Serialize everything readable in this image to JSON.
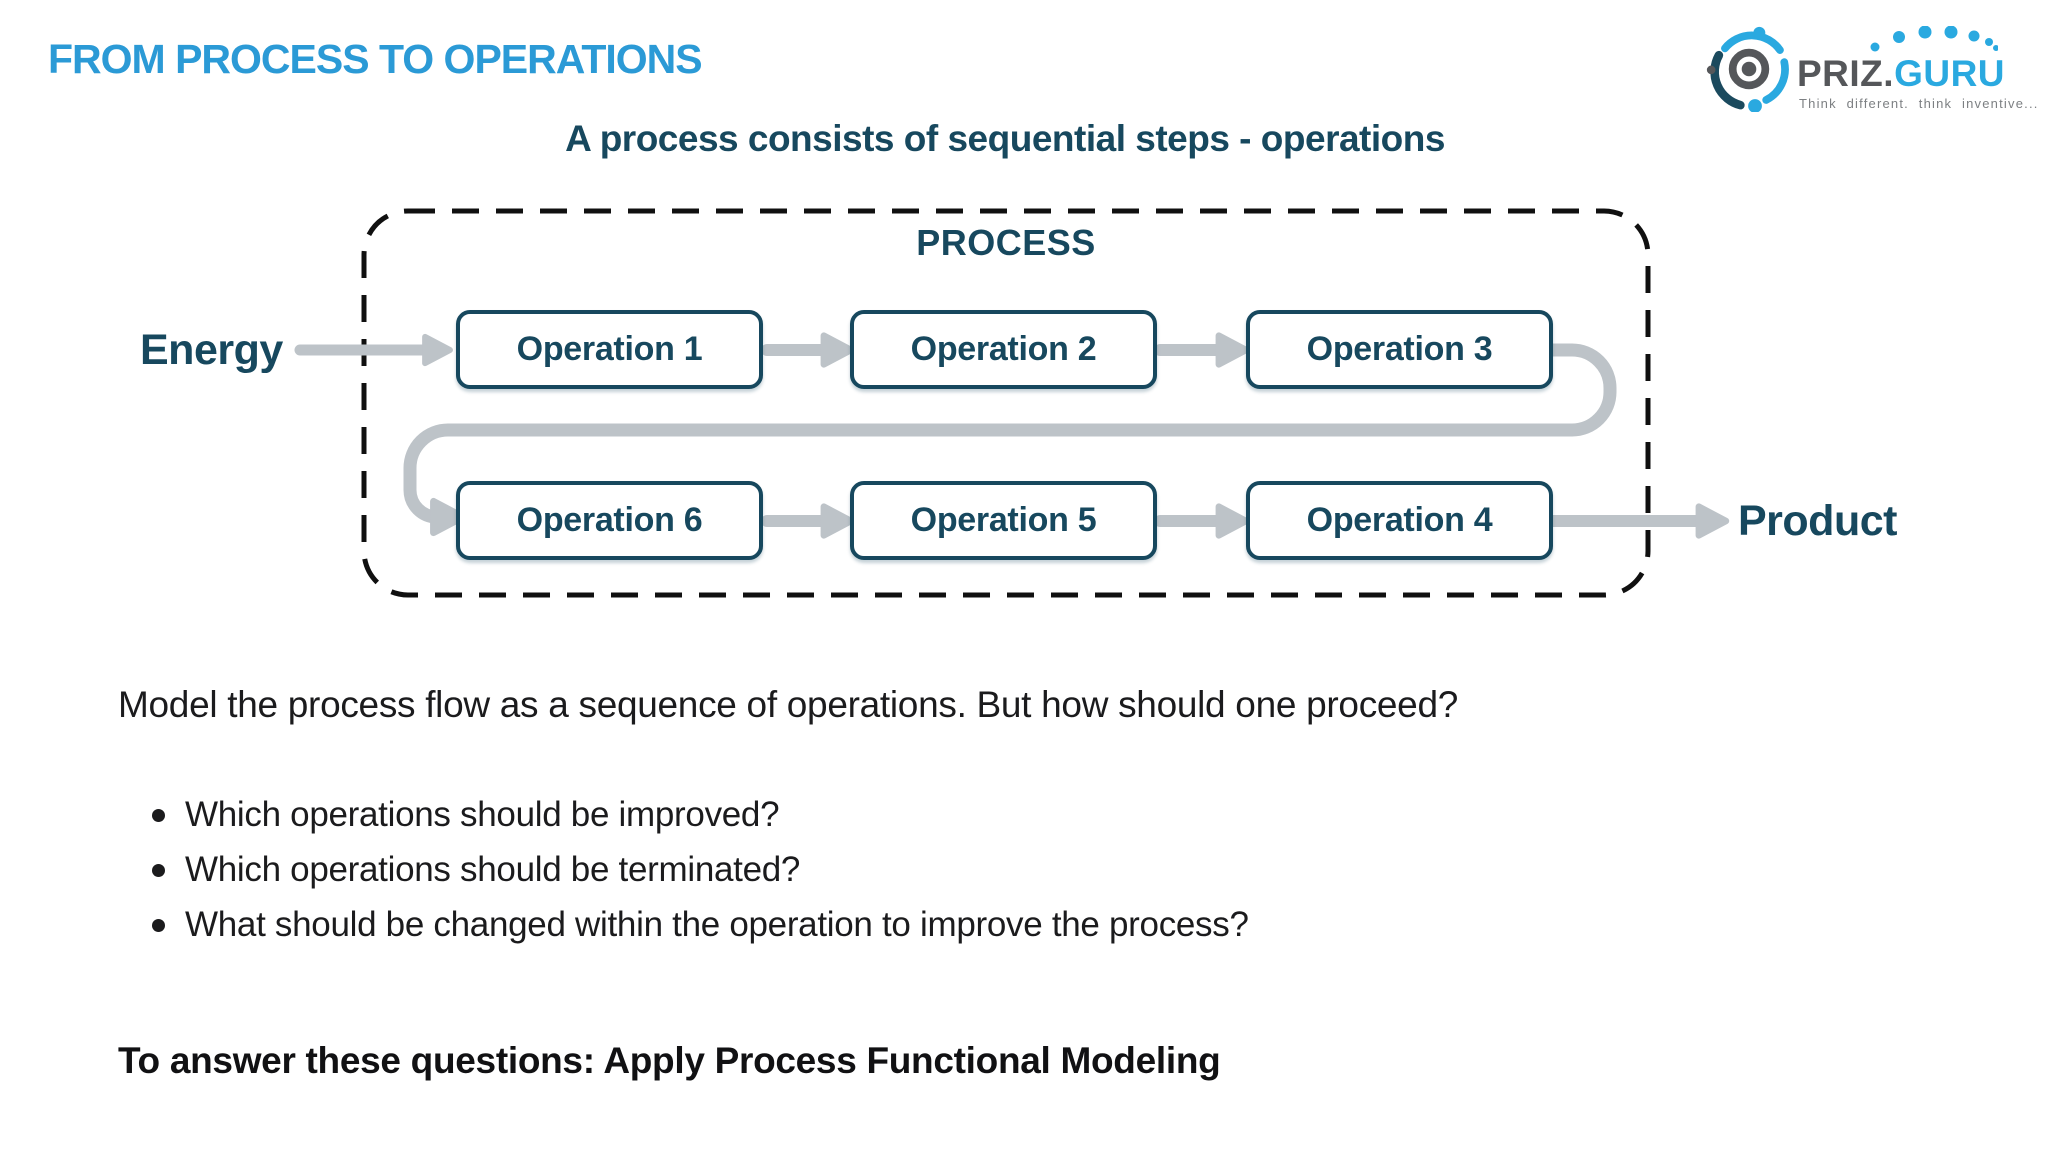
{
  "header": {
    "title": "FROM PROCESS TO OPERATIONS",
    "logo": {
      "brand_gray": "PRIZ.",
      "brand_blue": "GURU",
      "tagline": "Think different. think inventive..."
    }
  },
  "diagram": {
    "subtitle": "A process consists of sequential steps - operations",
    "process_label": "PROCESS",
    "input_label": "Energy",
    "output_label": "Product",
    "top_row": [
      "Operation 1",
      "Operation 2",
      "Operation 3"
    ],
    "bottom_row": [
      "Operation 6",
      "Operation 5",
      "Operation 4"
    ]
  },
  "body": {
    "intro": "Model the process flow as a sequence of operations. But how should one proceed?",
    "bullets": [
      "Which operations should be improved?",
      "Which operations should be terminated?",
      "What should be changed within the operation to improve the process?"
    ],
    "conclusion": "To answer these questions: Apply Process Functional Modeling"
  },
  "colors": {
    "title_blue": "#2b9ad6",
    "teal": "#17485e",
    "arrow_gray": "#bdc3c8",
    "dash_black": "#101010",
    "logo_gray": "#55575a",
    "logo_blue": "#2aa9e0",
    "text_dark": "#1b1b1d"
  }
}
